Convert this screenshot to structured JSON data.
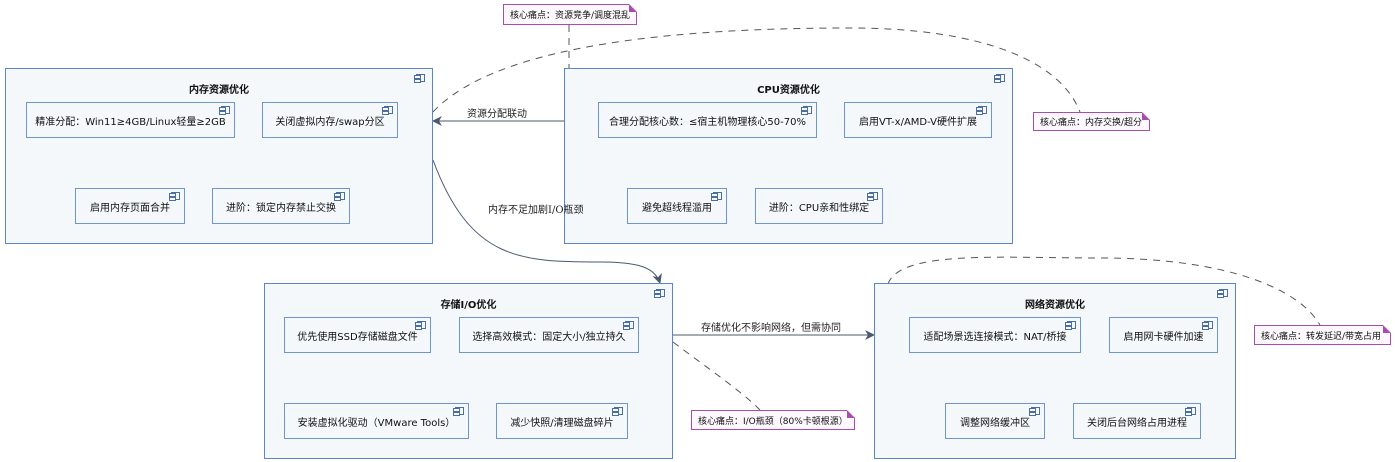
{
  "packages": {
    "memory": {
      "title": "内存资源优化",
      "items": [
        "精准分配：Win11≥4GB/Linux轻量≥2GB",
        "关闭虚拟内存/swap分区",
        "启用内存页面合并",
        "进阶：锁定内存禁止交换"
      ]
    },
    "cpu": {
      "title": "CPU资源优化",
      "items": [
        "合理分配核心数：≤宿主机物理核心50-70%",
        "启用VT-x/AMD-V硬件扩展",
        "避免超线程滥用",
        "进阶：CPU亲和性绑定"
      ]
    },
    "storage": {
      "title": "存储I/O优化",
      "items": [
        "优先使用SSD存储磁盘文件",
        "选择高效模式：固定大小/独立持久",
        "安装虚拟化驱动（VMware Tools）",
        "减少快照/清理磁盘碎片"
      ]
    },
    "network": {
      "title": "网络资源优化",
      "items": [
        "适配场景选连接模式：NAT/桥接",
        "启用网卡硬件加速",
        "调整网络缓冲区",
        "关闭后台网络占用进程"
      ]
    }
  },
  "edges": {
    "cpu_to_memory": "资源分配联动",
    "memory_to_storage": "内存不足加剧I/O瓶颈",
    "storage_to_network": "存储优化不影响网络，但需协同"
  },
  "notes": {
    "top": "核心痛点：资源竞争/调度混乱",
    "cpu": "核心痛点：内存交换/超分",
    "storage": "核心痛点：I/O瓶颈（80%卡顿根源）",
    "network": "核心痛点：转发延迟/带宽占用"
  },
  "colors": {
    "package_fill": "#f4f8fb",
    "package_border": "#5a86c8",
    "note_border": "#a84db0",
    "note_fill": "#fdf8fe",
    "edge": "#4a5a6e"
  }
}
